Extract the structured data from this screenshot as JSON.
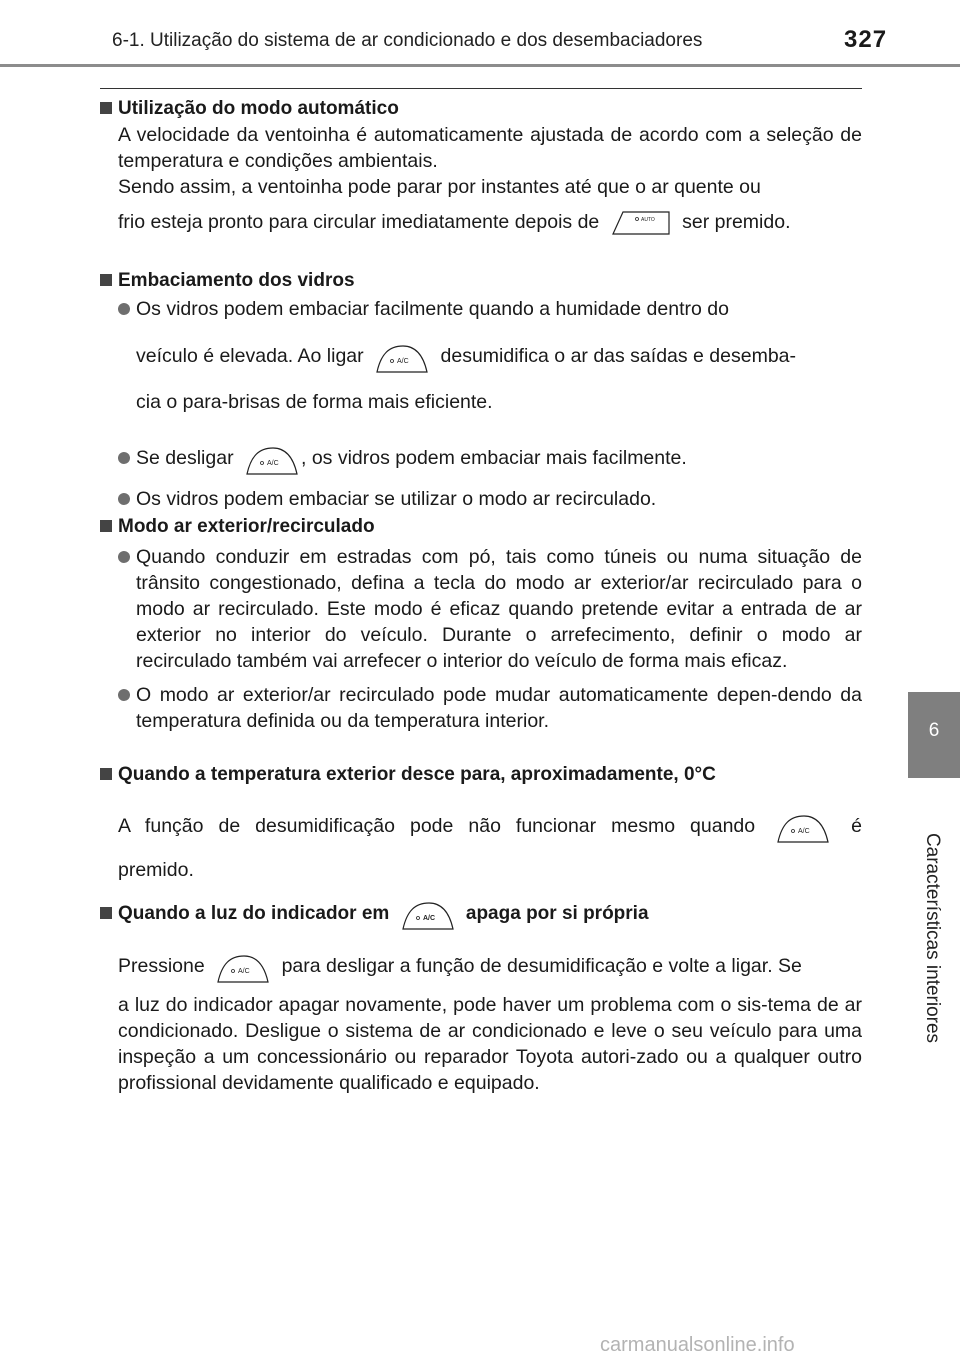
{
  "header": {
    "title": "6-1. Utilização do sistema de ar condicionado e dos desembaciadores",
    "page_number": "327"
  },
  "side_tab": {
    "chapter_number": "6",
    "chapter_label": "Características interiores"
  },
  "buttons": {
    "auto_label": "AUTO",
    "ac_label": "A/C"
  },
  "sections": {
    "auto_mode": {
      "heading": "Utilização do modo automático",
      "line1": "A velocidade da ventoinha é automaticamente ajustada de acordo com a seleção de temperatura e condições ambientais.",
      "line2": "Sendo assim, a ventoinha pode parar por instantes até que o ar quente ou",
      "line3_before": "frio esteja pronto para circular imediatamente depois de",
      "line3_after": "ser premido."
    },
    "fogging": {
      "heading": "Embaciamento dos vidros",
      "b1_line1": "Os vidros podem embaciar facilmente quando a humidade dentro do",
      "b1_before": "veículo é elevada. Ao ligar",
      "b1_after": "desumidifica o ar das saídas e desemba-",
      "b1_line3": "cia o para-brisas de forma mais eficiente.",
      "b2_before": "Se desligar",
      "b2_after": ", os vidros podem embaciar mais facilmente.",
      "b3": "Os vidros podem embaciar se utilizar o modo ar recirculado."
    },
    "air_mode": {
      "heading": "Modo ar exterior/recirculado",
      "b1": "Quando conduzir em estradas com pó, tais como túneis ou numa situação de trânsito congestionado, defina a tecla do modo ar exterior/ar recirculado para o modo ar recirculado. Este modo é eficaz quando pretende evitar a entrada de ar exterior no interior do veículo. Durante o arrefecimento, definir o modo ar recirculado também vai arrefecer o interior do veículo de forma mais eficaz.",
      "b2": "O modo ar exterior/ar recirculado pode mudar automaticamente depen-dendo da temperatura definida ou da temperatura interior."
    },
    "low_temp": {
      "heading": "Quando a temperatura exterior desce para, aproximadamente, 0°C",
      "before": "A função de desumidificação pode não funcionar mesmo quando",
      "after": "é",
      "line2": "premido."
    },
    "indicator": {
      "heading_before": "Quando a luz do indicador em",
      "heading_after": "apaga por si própria",
      "before": "Pressione",
      "after": "para desligar a função de desumidificação e volte a ligar. Se",
      "rest": "a luz do indicador apagar novamente, pode haver um problema com o sis-tema de ar condicionado. Desligue o sistema de ar condicionado e leve o seu veículo para uma inspeção a um concessionário ou reparador Toyota autori-zado ou a qualquer outro profissional devidamente qualificado e equipado."
    }
  },
  "watermark": "carmanualsonline.info"
}
